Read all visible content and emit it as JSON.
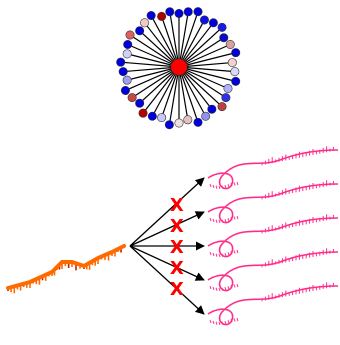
{
  "colors": {
    "hub": "#ff0000",
    "spoke": "#000000",
    "node_outline": "#333333",
    "source_strand": "#ff6a00",
    "source_teeth_dark": "#c81e00",
    "target_strand": "#ff2d8a",
    "arrow": "#000000",
    "block_mark": "#ff0000"
  },
  "network": {
    "node_colors": [
      "#0000dd",
      "#0000dd",
      "#0000dd",
      "#1010e0",
      "#0000dd",
      "#1a1ae6",
      "#0a0acc",
      "#d9a0a0",
      "#0000dd",
      "#f5d0d0",
      "#d9d9ff",
      "#0000dd",
      "#b0b0ff",
      "#3030e6",
      "#c04040",
      "#0000dd",
      "#9090f0",
      "#0000dd",
      "#e4c0c0",
      "#f0e0e0",
      "#0000dd",
      "#c8c8ff",
      "#0000dd",
      "#b80000",
      "#0000dd",
      "#c84848",
      "#0000dd",
      "#a0a0f0",
      "#0000dd",
      "#0000dd",
      "#d0d0ff",
      "#0000dd",
      "#e06060",
      "#0000dd",
      "#f0c8c8",
      "#0000dd",
      "#b00000",
      "#0000dd"
    ]
  },
  "blocked_arrows": [
    {
      "mark": "X"
    },
    {
      "mark": "X"
    },
    {
      "mark": "X"
    },
    {
      "mark": "X"
    },
    {
      "mark": "X"
    }
  ]
}
